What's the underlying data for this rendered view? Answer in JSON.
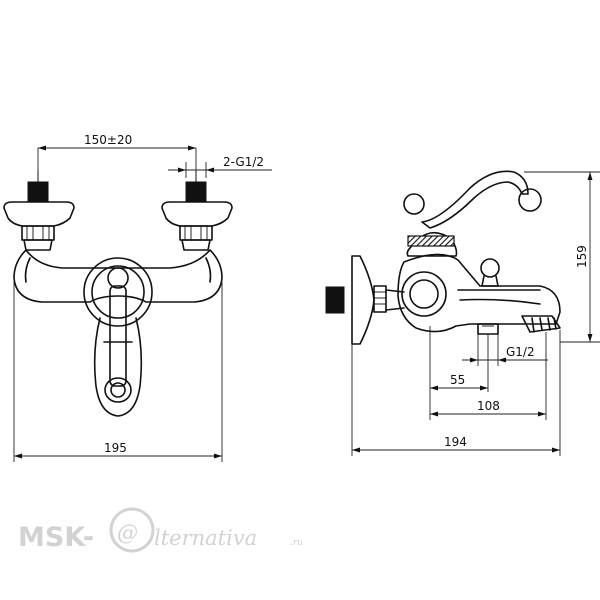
{
  "dimensions": {
    "inlet_spacing": "150±20",
    "inlet_thread": "2-G1/2",
    "front_width": "195",
    "height": "159",
    "outlet_thread": "G1/2",
    "outlet_offset": "55",
    "spout_reach": "108",
    "side_length": "194"
  },
  "watermark": {
    "prefix": "MSK-",
    "at_sign": "@",
    "name": "lternativa",
    "suffix": ".ru"
  }
}
